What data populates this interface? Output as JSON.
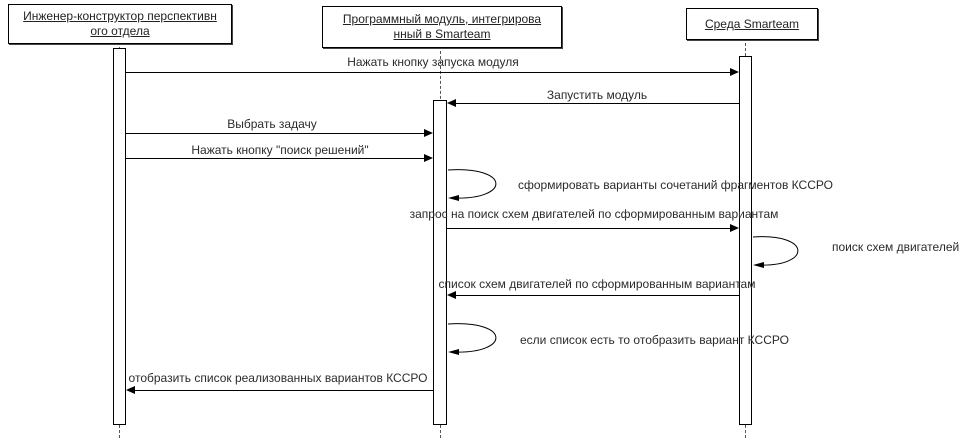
{
  "diagram": {
    "actors": [
      {
        "lines": [
          "Инженер-конструктор перспективн",
          "ого отдела"
        ]
      },
      {
        "lines": [
          "Программный модуль, интегрирова",
          "нный в Smarteam"
        ]
      },
      {
        "lines": [
          "Среда Smarteam"
        ]
      }
    ],
    "messages": [
      {
        "label": "Нажать кнопку запуска модуля"
      },
      {
        "label": "Запустить модуль"
      },
      {
        "label": "Выбрать задачу"
      },
      {
        "label": "Нажать кнопку \"поиск решений\""
      },
      {
        "label": "сформировать  варианты сочетаний фрагментов КССРО"
      },
      {
        "label": "запрос на поиск схем двигателей  по сформированным вариантам"
      },
      {
        "label": "поиск схем двигателей"
      },
      {
        "label": "список схем двигателей по сформированным вариантам"
      },
      {
        "label": "если список есть то отобразить вариант КССРО"
      },
      {
        "label": "отобразить список реализованных вариантов КССРО"
      }
    ]
  }
}
